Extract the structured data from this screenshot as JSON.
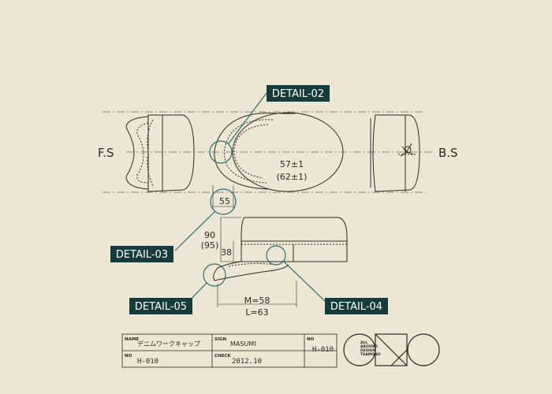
{
  "labels": {
    "front_side": "F.S",
    "back_side": "B.S",
    "dimension_width": "57±1",
    "dimension_width_alt": "(62±1)",
    "dimension_depth": "55",
    "dimension_height": "90",
    "dimension_height_alt": "(95)",
    "dimension_brim": "38",
    "dimension_m": "M=58",
    "dimension_l": "L=63"
  },
  "details": [
    {
      "label": "DETAIL-02"
    },
    {
      "label": "DETAIL-03"
    },
    {
      "label": "DETAIL-05"
    },
    {
      "label": "DETAIL-04"
    }
  ],
  "title_block": {
    "name_label": "NAME",
    "name_value": "デニムワークキャップ",
    "sign_label": "SIGN",
    "sign_value": "MASUMI",
    "no_label": "NO",
    "no_value": "H-010",
    "check_label": "CHECK",
    "check_value": "2012.10",
    "no2_label": "NO",
    "no2_value": "H-010"
  },
  "logo": {
    "text_lines": [
      "ALL",
      "AROUND",
      "DESIGN",
      "TEAMONO"
    ]
  },
  "colors": {
    "background": "#ede6d2",
    "line": "#2b2a24",
    "detail_fill": "#173a3a",
    "detail_ring": "#2a6e6e",
    "detail_text": "#ffffff"
  }
}
